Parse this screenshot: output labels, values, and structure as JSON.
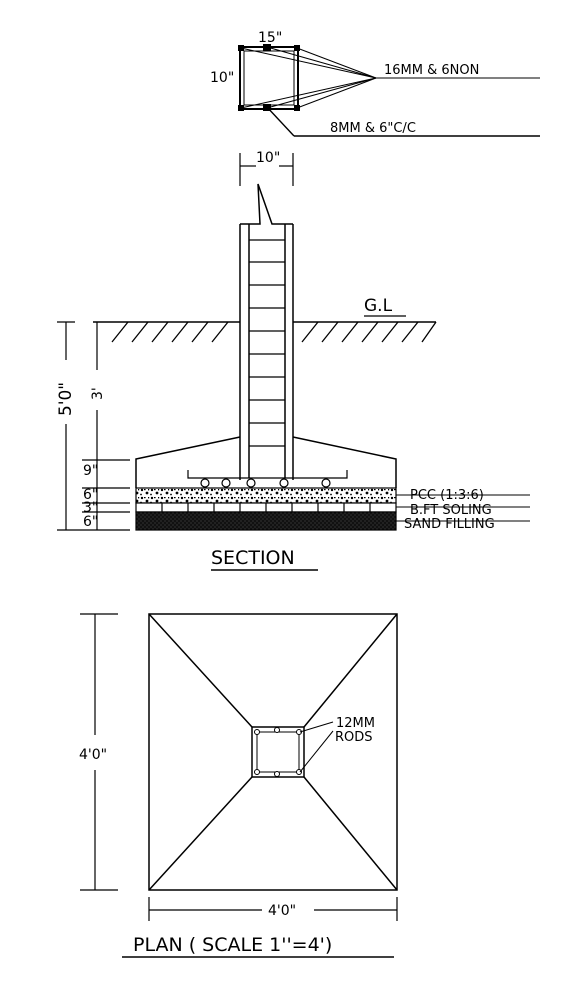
{
  "column_detail": {
    "width_label": "15\"",
    "depth_label": "10\"",
    "main_bars_label": "16MM & 6NON",
    "ties_label": "8MM & 6\"C/C"
  },
  "section": {
    "column_width_label": "10\"",
    "ground_level_label": "G.L",
    "total_depth_label": "5'0\"",
    "column_depth_label": "3'",
    "layer_dims": [
      "9\"",
      "6\"",
      "3\"",
      "6\""
    ],
    "layer_labels": [
      "PCC (1:3:6)",
      "B.FT SOLING",
      "SAND FILLING"
    ],
    "title": "SECTION"
  },
  "plan": {
    "height_label": "4'0\"",
    "width_label": "4'0\"",
    "rods_label_line1": "12MM",
    "rods_label_line2": "RODS",
    "title": "PLAN ( SCALE 1''=4')"
  }
}
